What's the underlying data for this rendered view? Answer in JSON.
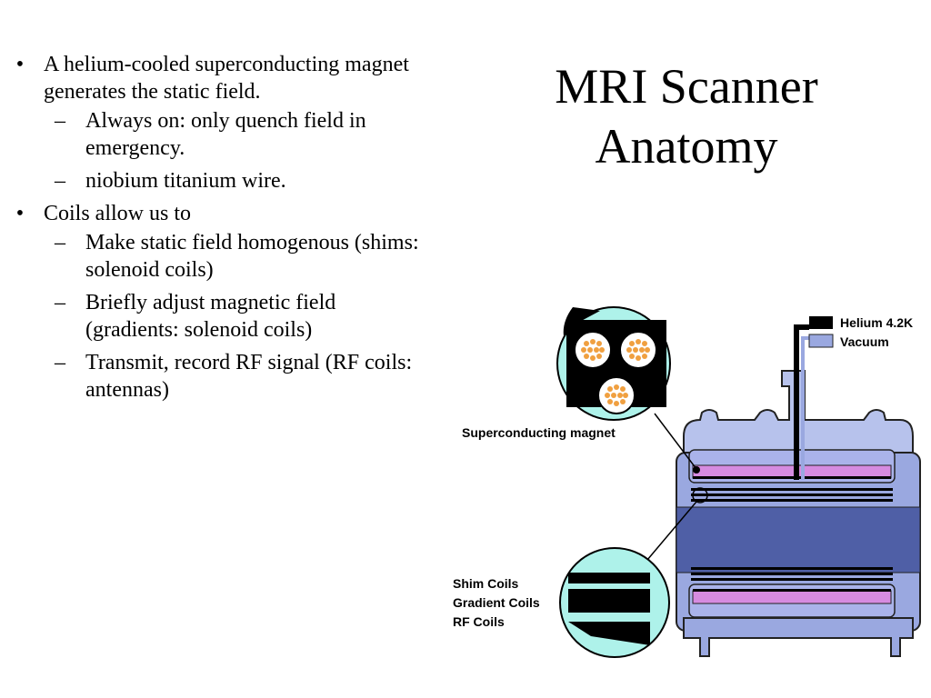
{
  "slide": {
    "title": "MRI Scanner Anatomy",
    "bullets": [
      {
        "text": "A helium-cooled superconducting magnet generates the static field.",
        "sub": [
          "Always on: only quench field in emergency.",
          "niobium titanium wire."
        ]
      },
      {
        "text": "Coils allow us to",
        "sub": [
          "Make static field homogenous (shims: solenoid coils)",
          "Briefly adjust magnetic field (gradients: solenoid coils)",
          "Transmit, record RF signal (RF coils: antennas)"
        ]
      }
    ]
  },
  "diagram": {
    "labels": {
      "superconducting_magnet": "Superconducting magnet",
      "helium": "Helium 4.2K",
      "vacuum": "Vacuum",
      "shim_coils": "Shim Coils",
      "gradient_coils": "Gradient Coils",
      "rf_coils": "RF Coils"
    },
    "colors": {
      "cyan_inset": "#aef2ea",
      "magnet_housing": "#9aa8e0",
      "bore": "#4f5fa6",
      "vacuum_purple": "#d68be0",
      "helium_black": "#000000",
      "wire_orange": "#f0a040"
    }
  }
}
